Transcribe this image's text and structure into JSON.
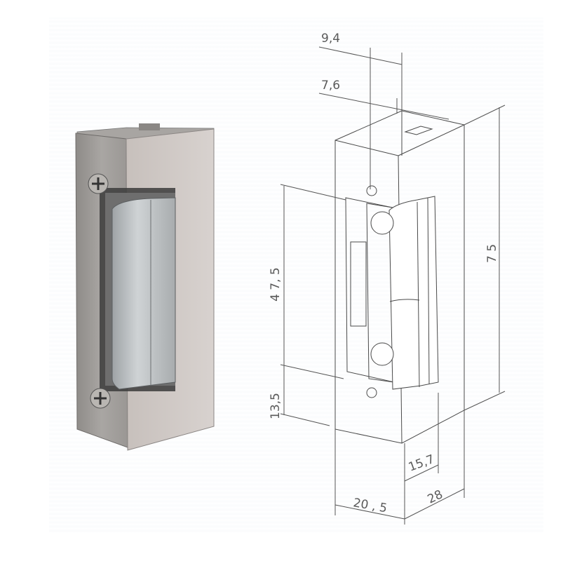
{
  "figure": {
    "subject": "electric door strike",
    "photo": {
      "label": "product-photo"
    },
    "drawing": {
      "label": "isometric-dimension-drawing",
      "units": "mm"
    },
    "dimensions": {
      "top_offset_outer": "9,4",
      "top_offset_inner": "7,6",
      "latch_height": "4 7, 5",
      "bottom_offset": "13,5",
      "total_height": "7 5",
      "depth_body": "15,7",
      "depth_total": "28",
      "width": "20 , 5"
    },
    "colors": {
      "background": "#ffffff",
      "line": "#4a4a4a",
      "dim_text": "#5a5a5a",
      "metal_light": "#c9c6c4",
      "metal_dark": "#7d7a78"
    }
  }
}
